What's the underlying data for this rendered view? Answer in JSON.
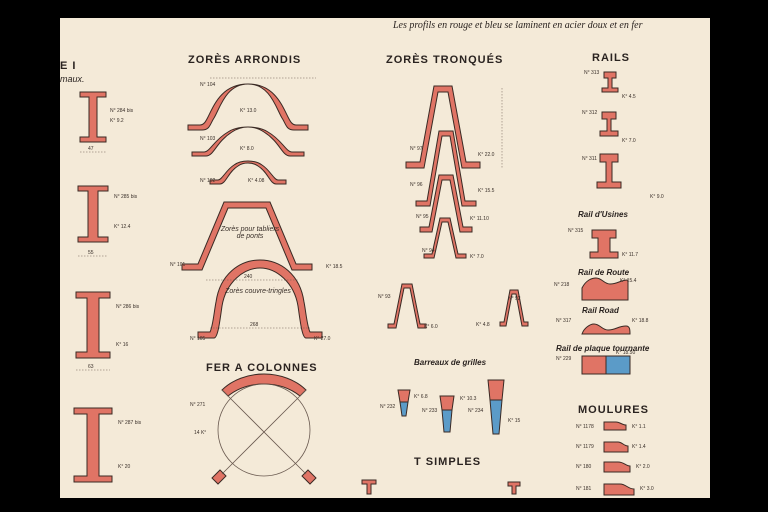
{
  "colors": {
    "paper": "#f4ead8",
    "red": "#e07465",
    "outline": "#3a2a24",
    "blue": "#5b9bc8",
    "frame": "#000000"
  },
  "header_note": "Les profils en rouge et bleu se laminent en acier doux et en fer",
  "left_column": {
    "title": "E I",
    "subtitle": "maux.",
    "items": [
      {
        "no": "N° 284 bis",
        "k": "K° 9.2",
        "dim": "47"
      },
      {
        "no": "N° 285 bis",
        "k": "K° 12.4",
        "dim": "55"
      },
      {
        "no": "N° 286 bis",
        "k": "K° 16",
        "dim": "63"
      },
      {
        "no": "N° 287 bis",
        "k": "K° 20",
        "dim": ""
      }
    ]
  },
  "zores_arrondis": {
    "title": "ZORÈS ARRONDIS",
    "items": [
      {
        "no": "N° 104",
        "k": "K° 13.0"
      },
      {
        "no": "N° 103",
        "k": "K° 8.0"
      },
      {
        "no": "N° 102",
        "k": "K° 4.08"
      },
      {
        "no": "N° 101",
        "k": "K° 18.5",
        "label": "Zorès pour tabliers de ponts",
        "dim": "240"
      },
      {
        "no": "N° 105",
        "k": "K° 27.0",
        "label": "Zorès couvre-tringles",
        "dim": "268"
      }
    ]
  },
  "fer_colonnes": {
    "title": "FER A COLONNES",
    "no": "N° 271",
    "k": "14 K°"
  },
  "zores_tronques": {
    "title": "ZORÈS TRONQUÉS",
    "items": [
      {
        "no": "N° 97",
        "k": "K° 22.0"
      },
      {
        "no": "N° 96",
        "k": "K° 15.5"
      },
      {
        "no": "N° 95",
        "k": "K° 11.10"
      },
      {
        "no": "N° 94",
        "k": "K° 7.0"
      },
      {
        "no": "N° 93",
        "k": "K° 6.0"
      },
      {
        "no": "N° 92",
        "k": "K° 4.8"
      }
    ],
    "barreaux_title": "Barreaux de grilles",
    "barreaux": [
      {
        "no": "N° 232",
        "k": "K° 6.8"
      },
      {
        "no": "N° 233",
        "k": "K° 10.3"
      },
      {
        "no": "N° 234",
        "k": "K° 15"
      }
    ],
    "t_title": "T SIMPLES"
  },
  "rails": {
    "title": "RAILS",
    "items": [
      {
        "no": "N° 313",
        "k": "K° 4.5"
      },
      {
        "no": "N° 312",
        "k": "K° 7.0"
      },
      {
        "no": "N° 311",
        "k": "K° 9.0"
      }
    ],
    "usines_label": "Rail d'Usines",
    "usines": {
      "no": "N° 315",
      "k": "K° 11.7"
    },
    "route_label": "Rail de Route",
    "route": {
      "no": "N° 218",
      "k": "K° 15.4"
    },
    "road_label": "Rail Road",
    "road": {
      "no": "N° 317",
      "k": "K° 18.8"
    },
    "plaque_label": "Rail de plaque tournante",
    "plaque": {
      "no": "N° 229",
      "k": "K° 18.50"
    }
  },
  "moulures": {
    "title": "MOULURES",
    "items": [
      {
        "no": "N° 1178",
        "k": "K° 1.1"
      },
      {
        "no": "N° 1179",
        "k": "K° 1.4"
      },
      {
        "no": "N° 180",
        "k": "K° 2.0"
      },
      {
        "no": "N° 181",
        "k": "K° 3.0"
      }
    ]
  }
}
